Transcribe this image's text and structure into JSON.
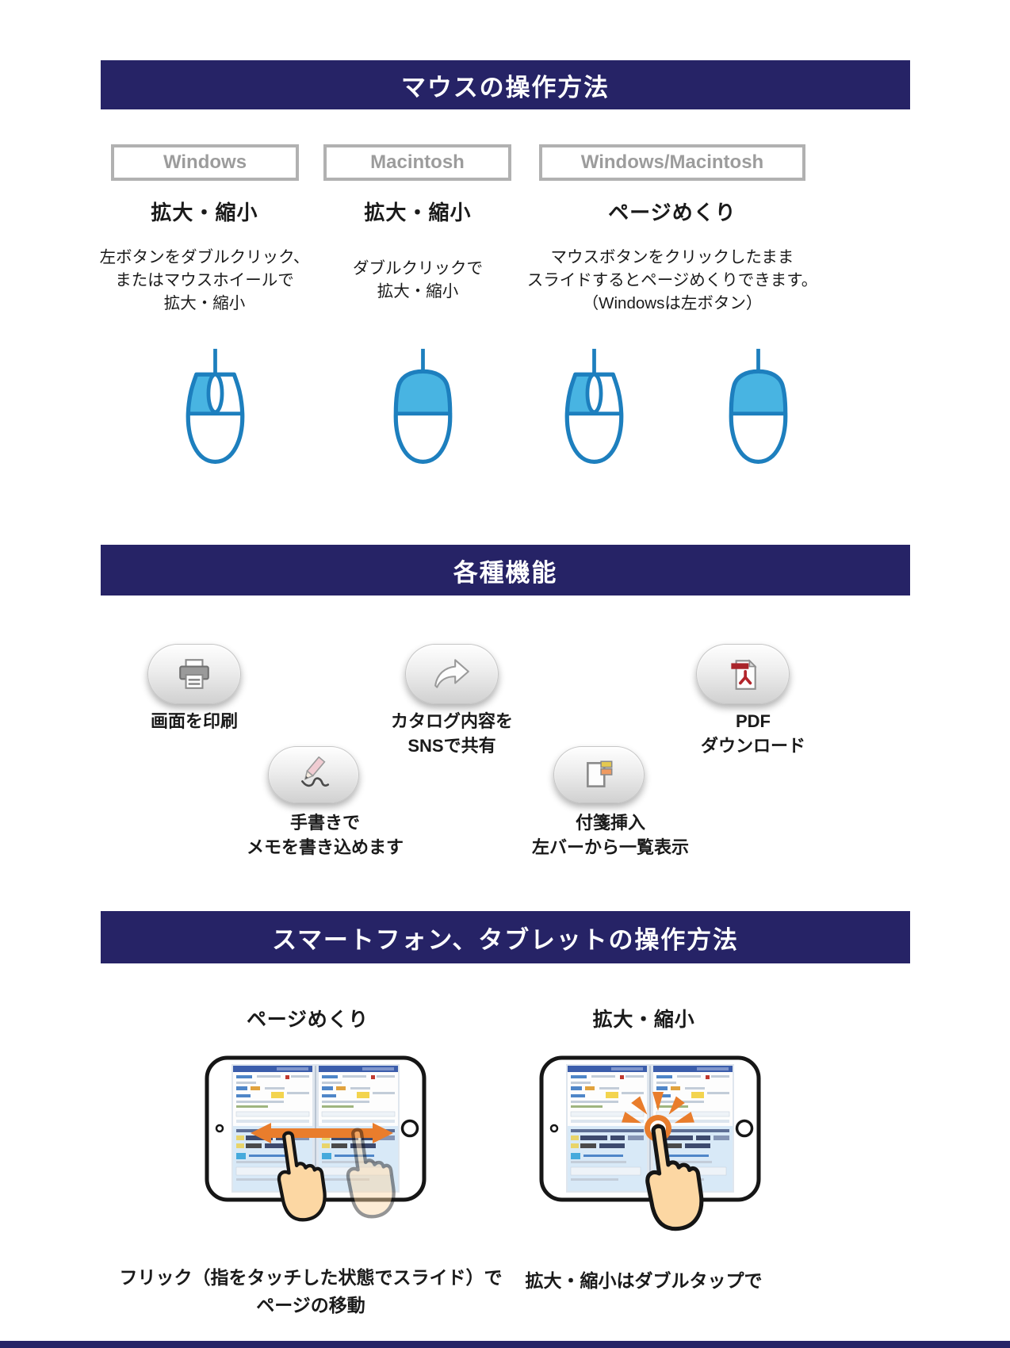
{
  "colors": {
    "header_navy": "#262366",
    "mouse_stroke_blue": "#1d7fbe",
    "mouse_fill_blue": "#48b4e2",
    "gesture_orange": "#e97d2c",
    "platform_box_gray": "#9c9c9c",
    "pdf_red": "#a9242a"
  },
  "mouse_section": {
    "title": "マウスの操作方法",
    "platforms": [
      "Windows",
      "Macintosh",
      "Windows/Macintosh"
    ],
    "columns": [
      {
        "heading": "拡大・縮小",
        "description": "左ボタンをダブルクリック、\nまたはマウスホイールで\n拡大・縮小"
      },
      {
        "heading": "拡大・縮小",
        "description": "ダブルクリックで\n拡大・縮小"
      },
      {
        "heading": "ページめくり",
        "description": "マウスボタンをクリックしたまま\nスライドするとページめくりできます。\n（Windowsは左ボタン）"
      }
    ]
  },
  "functions_section": {
    "title": "各種機能",
    "items": [
      {
        "icon": "printer-icon",
        "label": "画面を印刷"
      },
      {
        "icon": "share-icon",
        "label": "カタログ内容を\nSNSで共有"
      },
      {
        "icon": "pdf-icon",
        "label": "PDF\nダウンロード"
      },
      {
        "icon": "pencil-icon",
        "label": "手書きで\nメモを書き込めます"
      },
      {
        "icon": "sticky-note-icon",
        "label": "付箋挿入\n左バーから一覧表示"
      }
    ]
  },
  "touch_section": {
    "title": "スマートフォン、タブレットの操作方法",
    "items": [
      {
        "heading": "ページめくり",
        "caption": "フリック（指をタッチした状態でスライド）で\nページの移動"
      },
      {
        "heading": "拡大・縮小",
        "caption": "拡大・縮小はダブルタップで"
      }
    ]
  }
}
